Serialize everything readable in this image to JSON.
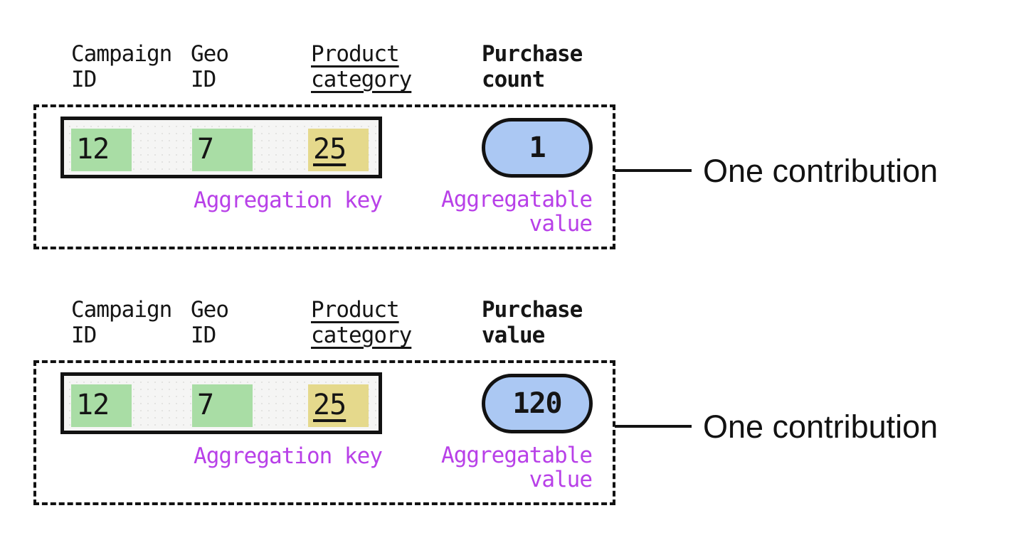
{
  "colors": {
    "green": "#a9dda5",
    "yellow": "#e5d98c",
    "blue": "#abc8f3",
    "purple": "#b840e8"
  },
  "sections": [
    {
      "headers": [
        {
          "line1": "Campaign",
          "line2": "ID"
        },
        {
          "line1": "Geo",
          "line2": "ID"
        },
        {
          "line1": "Product",
          "line2": "category"
        },
        {
          "line1": "Purchase",
          "line2": "count"
        }
      ],
      "cells": [
        {
          "value": "12"
        },
        {
          "value": "7"
        },
        {
          "value": "25"
        }
      ],
      "aggregatable_value": "1",
      "labels": {
        "aggregation_key": "Aggregation key",
        "aggregatable_line1": "Aggregatable",
        "aggregatable_line2": "value"
      },
      "callout": "One contribution"
    },
    {
      "headers": [
        {
          "line1": "Campaign",
          "line2": "ID"
        },
        {
          "line1": "Geo",
          "line2": "ID"
        },
        {
          "line1": "Product",
          "line2": "category"
        },
        {
          "line1": "Purchase",
          "line2": "value"
        }
      ],
      "cells": [
        {
          "value": "12"
        },
        {
          "value": "7"
        },
        {
          "value": "25"
        }
      ],
      "aggregatable_value": "120",
      "labels": {
        "aggregation_key": "Aggregation key",
        "aggregatable_line1": "Aggregatable",
        "aggregatable_line2": "value"
      },
      "callout": "One contribution"
    }
  ]
}
